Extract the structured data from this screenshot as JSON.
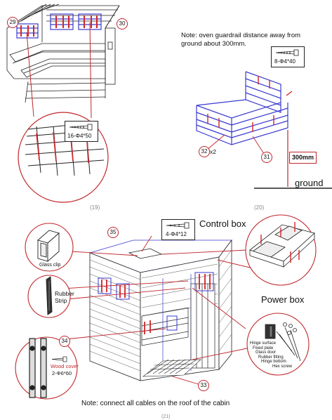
{
  "top_left": {
    "callout_a": "29",
    "callout_b": "30",
    "screw_label": "16-Φ4*50",
    "figure_no": "(19)"
  },
  "top_right": {
    "note_line1": "Note: oven guardrail distance away from",
    "note_line2": "ground about 300mm.",
    "screw_label": "8-Φ4*40",
    "callout_a": "32",
    "callout_a_qty": "x2",
    "callout_b": "31",
    "distance": "300mm",
    "ground": "ground",
    "figure_no": "(20)"
  },
  "bottom": {
    "screw_label": "4-Φ4*12",
    "callout_35": "35",
    "callout_34": "34",
    "callout_33": "33",
    "control_box": "Control box",
    "power_box": "Power box",
    "glass_clip": "Glass clip",
    "rubber_strip_1": "Rubber",
    "rubber_strip_2": "Strip",
    "wood_cover_1": "Wood cover",
    "wood_cover_2": "2-Φ6*60",
    "hinge_labels": [
      "Hinge surface",
      "Fixed plate",
      "Glass door",
      "Rubber fitting",
      "Hinge bottom",
      "Hex screw"
    ],
    "note": "Note: connect all cables on the roof of the cabin",
    "figure_no": "(21)"
  },
  "colors": {
    "accent_red": "#d2232a",
    "heater_blue": "#3a3ad0",
    "line": "#222222"
  }
}
